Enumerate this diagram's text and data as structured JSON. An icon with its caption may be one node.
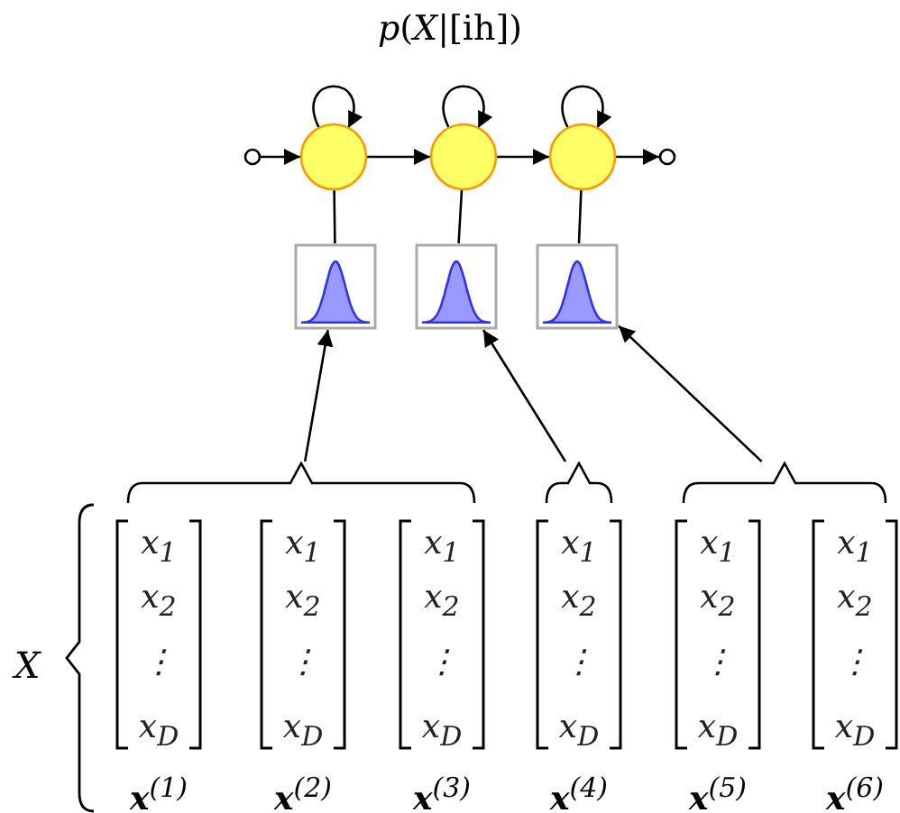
{
  "diagram": {
    "title": "*p*(*X*|[ih])",
    "nodes": [
      {
        "text": [],
        "shape": "circle"
      },
      {
        "text": [],
        "shape": "circle"
      },
      {
        "text": [],
        "shape": "circle"
      },
      {
        "text": [],
        "shape": "circle"
      },
      {
        "text": [],
        "shape": "circle"
      },
      {
        "text": [],
        "shape": "box"
      },
      {
        "text": [],
        "shape": "box"
      },
      {
        "text": [],
        "shape": "box"
      },
      {
        "text": [],
        "shape": "bracket"
      },
      {
        "text": [],
        "shape": "bracket"
      },
      {
        "text": [],
        "shape": "bracket"
      },
      {
        "text": [
          "x$_{1}$",
          "x$_{2}$",
          "⋮",
          "x$_{D}$"
        ],
        "beside": [
          "**x**$^{(1)}$"
        ]
      },
      {
        "text": [
          "x$_{1}$",
          "x$_{2}$",
          "⋮",
          "x$_{D}$"
        ],
        "beside": [
          "**x**$^{(2)}$"
        ]
      },
      {
        "text": [
          "x$_{1}$",
          "x$_{2}$",
          "⋮",
          "x$_{D}$"
        ],
        "beside": [
          "**x**$^{(3)}$"
        ]
      },
      {
        "text": [
          "x$_{1}$",
          "x$_{2}$",
          "⋮",
          "x$_{D}$"
        ],
        "beside": [
          "**x**$^{(4)}$"
        ]
      },
      {
        "text": [
          "x$_{1}$",
          "x$_{2}$",
          "⋮",
          "x$_{D}$"
        ],
        "beside": [
          "**x**$^{(5)}$"
        ]
      },
      {
        "text": [
          "x$_{1}$",
          "x$_{2}$",
          "⋮",
          "x$_{D}$"
        ],
        "beside": [
          "**x**$^{(6)}$"
        ]
      }
    ],
    "edges": [
      {
        "from": 0,
        "to": 1,
        "arrow": "to"
      },
      {
        "from": 1,
        "to": 1,
        "arrow": "to"
      },
      {
        "from": 1,
        "to": 2,
        "arrow": "to"
      },
      {
        "from": 2,
        "to": 2,
        "arrow": "to"
      },
      {
        "from": 2,
        "to": 3,
        "arrow": "to"
      },
      {
        "from": 3,
        "to": 3,
        "arrow": "to"
      },
      {
        "from": 3,
        "to": 4,
        "arrow": "to"
      },
      {
        "from": 1,
        "to": 5,
        "arrow": "none"
      },
      {
        "from": 2,
        "to": 6,
        "arrow": "none"
      },
      {
        "from": 3,
        "to": 7,
        "arrow": "none"
      },
      {
        "from": 8,
        "to": 5,
        "arrow": "to"
      },
      {
        "from": 9,
        "to": 6,
        "arrow": "to"
      },
      {
        "from": 10,
        "to": 7,
        "arrow": "to"
      }
    ],
    "labels": [
      "X"
    ]
  }
}
